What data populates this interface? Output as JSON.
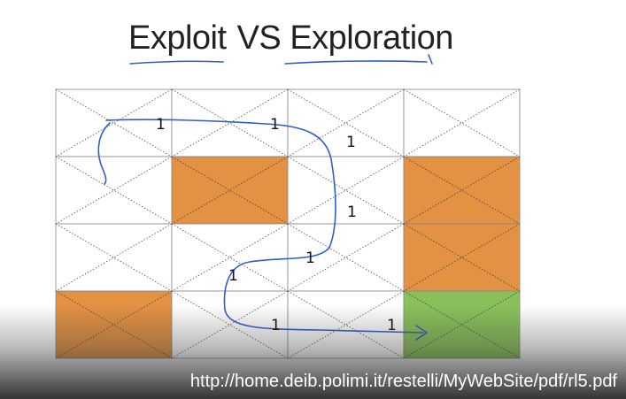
{
  "title": {
    "part1": "Exploit",
    "part2": "VS",
    "part3": "Exploration"
  },
  "grid": {
    "rows": 4,
    "cols": 4,
    "cells": [
      [
        "plain",
        "plain",
        "plain",
        "plain"
      ],
      [
        "plain",
        "obstacle",
        "plain",
        "obstacle"
      ],
      [
        "plain",
        "plain",
        "plain",
        "obstacle"
      ],
      [
        "obstacle",
        "plain",
        "plain",
        "goal"
      ]
    ]
  },
  "colors": {
    "obstacle": "#E39143",
    "goal": "#8AC05A",
    "grid_line": "#888888",
    "annotation": "#2E5FC9"
  },
  "path_rewards": [
    "1",
    "1",
    "1",
    "1",
    "1",
    "1",
    "1",
    "1"
  ],
  "source_url": "http://home.deib.polimi.it/restelli/MyWebSite/pdf/rl5.pdf"
}
